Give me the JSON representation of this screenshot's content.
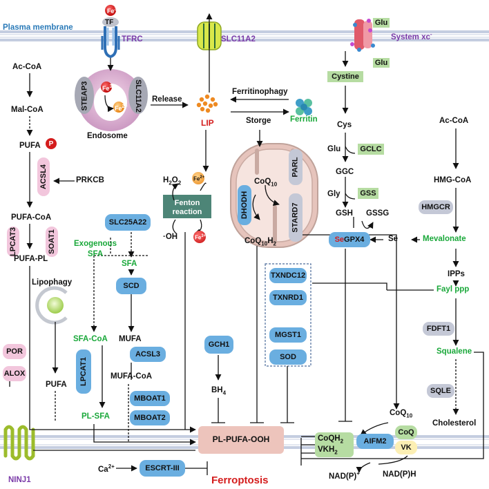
{
  "membrane_label": "Plasma membrane",
  "fe3": "Fe",
  "fe3_sup": "3+",
  "fe2_sup": "2+",
  "tf": "TF",
  "tfrc": "TFRC",
  "slc11a2_top": "SLC11A2",
  "system_xc": "System xc",
  "system_xc_sup": "-",
  "glu": "Glu",
  "cystine": "Cystine",
  "steap3": "STEAP3",
  "slc11a2_endo": "SLC11A2",
  "endosome": "Endosome",
  "release": "Release",
  "lip": "LIP",
  "ferritinophagy": "Ferritinophagy",
  "storge": "Storge",
  "ferritin": "Ferritin",
  "left_path": {
    "ac_coa": "Ac-CoA",
    "mal_coa": "Mal-CoA",
    "pufa": "PUFA",
    "acsl4": "ACSL4",
    "p": "P",
    "prkcb": "PRKCB",
    "pufa_coa": "PUFA-CoA",
    "lpcat3": "LPCAT3",
    "soat1": "SOAT1",
    "pufa_pl": "PUFA-PL",
    "lipophagy": "Lipophagy",
    "pufa2": "PUFA",
    "por": "POR",
    "alox": "ALOX"
  },
  "fenton": {
    "h2o2": "H",
    "h2o2_sub": "2",
    "h2o2_o": "O",
    "reaction": "Fenton reaction",
    "oh": "·OH"
  },
  "sfa_path": {
    "slc25a22": "SLC25A22",
    "exogenous_sfa": "Exogenous SFA",
    "sfa": "SFA",
    "scd": "SCD",
    "sfa_coa": "SFA-CoA",
    "mufa": "MUFA",
    "lpcat1": "LPCAT1",
    "acsl3": "ACSL3",
    "mufa_coa": "MUFA-CoA",
    "pl_sfa": "PL-SFA",
    "mboat1": "MBOAT1",
    "mboat2": "MBOAT2"
  },
  "mito": {
    "coq10": "CoQ",
    "coq10_sub": "10",
    "coq10h2": "CoQ",
    "coq10h2_sub": "10",
    "coq10h2_h": "H",
    "coq10h2_sub2": "2",
    "dhodh": "DHODH",
    "parl": "PARL",
    "stard7": "STARD7"
  },
  "gsh_path": {
    "cys": "Cys",
    "glu2": "Glu",
    "gclc": "GCLC",
    "ggc": "GGC",
    "gly": "Gly",
    "gss": "GSS",
    "gsh": "GSH",
    "gssg": "GSSG",
    "se_gpx4_se": "Se",
    "se_gpx4_gpx": "GPX4",
    "se": "Se"
  },
  "meva_path": {
    "ac_coa": "Ac-CoA",
    "hmg_coa": "HMG-CoA",
    "hmgcr": "HMGCR",
    "mevalonate": "Mevalonate",
    "ipps": "IPPs",
    "fayl_ppp": "Fayl ppp",
    "fdft1": "FDFT1",
    "squalene": "Squalene",
    "sqle": "SQLE",
    "cholesterol": "Cholesterol"
  },
  "antiox_box": [
    "TXNDC12",
    "TXNRD1",
    "MGST1",
    "SOD"
  ],
  "gch1": "GCH1",
  "bh4": "BH",
  "bh4_sub": "4",
  "coq10_right": "CoQ",
  "coq10_right_sub": "10",
  "coqh2": "CoQH",
  "coqh2_sub": "2",
  "vkh2": "VKH",
  "vkh2_sub": "2",
  "aifm2": "AIFM2",
  "coq": "CoQ",
  "vk": "VK",
  "nadp_plus": "NAD(P)",
  "nadp_plus_sup": "+",
  "nadph": "NAD(P)H",
  "pl_pufa_ooh": "PL-PUFA-OOH",
  "ca": "Ca",
  "ca_sup": "2+",
  "escrt": "ESCRT-III",
  "ferroptosis": "Ferroptosis",
  "ninj1": "NINJ1",
  "colors": {
    "blue_pill": "#6aaee0",
    "grey_pill": "#c4c8d6",
    "pink_pill": "#f2c6dc",
    "green_box": "#b6dca2",
    "green_text": "#1aa83a",
    "red_text": "#d41c1c",
    "purple_text": "#7a3aa8",
    "mito_fill": "#f3d9d3",
    "fenton_box": "#4d8577",
    "center_box": "#edc4bc"
  }
}
